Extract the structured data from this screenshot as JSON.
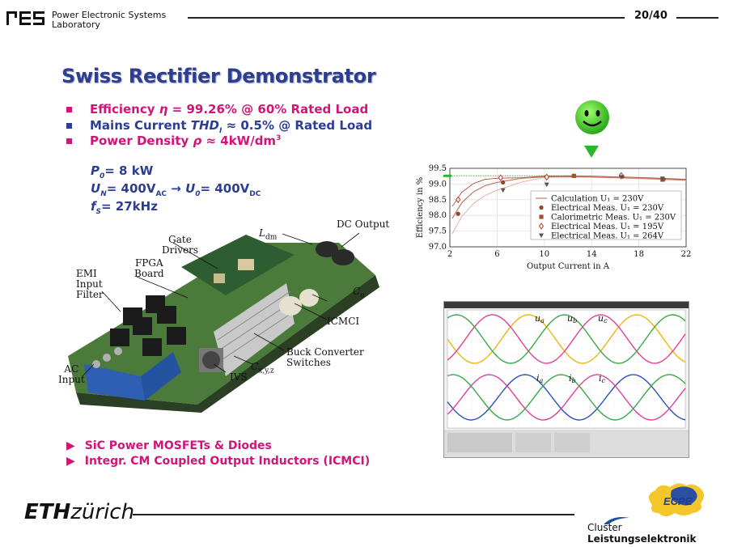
{
  "header": {
    "lab_line1": "Power Electronic Systems",
    "lab_line2": "Laboratory",
    "page_number": "20/40"
  },
  "title": "Swiss Rectifier Demonstrator",
  "bullets": [
    {
      "prefix": "Efficiency ",
      "symbol": "η",
      "rest": " = 99.26% @ 60% Rated Load",
      "color": "#d1147a"
    },
    {
      "prefix": "Mains Current ",
      "symbol": "THD",
      "symbol_sub": "I",
      "rest": " ≈ 0.5% @ Rated Load",
      "color": "#2c3e94"
    },
    {
      "prefix": "Power Density ",
      "symbol": "ρ",
      "rest": " ≈ 4kW/dm",
      "rest_sup": "3",
      "color": "#d1147a"
    }
  ],
  "params": {
    "p0": "= 8 kW",
    "un_val": "= 400V",
    "un_sub": "AC",
    "arrow": "→",
    "uo_val": "= 400V",
    "uo_sub": "DC",
    "fs": "= 27kHz"
  },
  "board_labels": {
    "dc_output": "DC Output",
    "gate_drivers_1": "Gate",
    "gate_drivers_2": "Drivers",
    "fpga_1": "FPGA",
    "fpga_2": "Board",
    "emi_1": "EMI",
    "emi_2": "Input",
    "emi_3": "Filter",
    "ac_1": "AC",
    "ac_2": "Input",
    "ldm": "L",
    "ldm_sub": "dm",
    "co": "C",
    "co_sub": "o",
    "icmci": "ICMCI",
    "buck_1": "Buck Converter",
    "buck_2": "Switches",
    "cxyz": "C",
    "cxyz_sub": "x,y,z",
    "ivs": "IVS"
  },
  "features": [
    "SiC Power MOSFETs & Diodes",
    "Integr. CM Coupled Output Inductors (ICMCI)"
  ],
  "footer": {
    "eth_bold": "ETH",
    "eth_light": "zürich",
    "cluster_1": "Cluster",
    "cluster_2": "Leistungselektronik",
    "ecpe": "ECPE"
  },
  "scope_labels": {
    "ua": "u",
    "ua_sub": "a",
    "ub": "u",
    "ub_sub": "b",
    "uc": "u",
    "uc_sub": "c",
    "ia": "i",
    "ia_sub": "a",
    "ib": "i",
    "ib_sub": "b",
    "ic": "i",
    "ic_sub": "c"
  },
  "chart_data": {
    "type": "line",
    "xlabel": "Output Current in A",
    "ylabel": "Efficiency in %",
    "xlim": [
      2,
      22
    ],
    "ylim": [
      97.0,
      99.5
    ],
    "xticks": [
      2,
      6,
      10,
      14,
      18,
      22
    ],
    "yticks": [
      97.0,
      97.5,
      98.0,
      98.5,
      99.0,
      99.5
    ],
    "grid": true,
    "legend_position": "right",
    "series": [
      {
        "name": "Calculation U₁ = 230V",
        "kind": "line",
        "color": "#c07a6b",
        "x": [
          2.2,
          3,
          4,
          5,
          6,
          8,
          10,
          12,
          14,
          16,
          18,
          20,
          22
        ],
        "y": [
          97.9,
          98.4,
          98.75,
          98.95,
          99.05,
          99.18,
          99.23,
          99.24,
          99.23,
          99.21,
          99.19,
          99.16,
          99.13
        ]
      },
      {
        "name": "Electrical Meas. U₁ = 230V",
        "kind": "marker",
        "marker": "circle",
        "color": "#8b4a2b",
        "x": [
          2.7,
          6.5,
          10.2,
          12.5,
          16.6,
          20.1
        ],
        "y": [
          98.05,
          99.05,
          99.22,
          99.26,
          99.24,
          99.15
        ]
      },
      {
        "name": "Calorimetric Meas. U₁ = 230V",
        "kind": "marker",
        "marker": "square",
        "color": "#a2532a",
        "x": [
          12.5,
          20.0
        ],
        "y": [
          99.26,
          99.14
        ]
      },
      {
        "name": "Electrical Meas. U₁ = 195V",
        "kind": "marker",
        "marker": "diamond",
        "color": "#c0392b",
        "x": [
          2.7,
          6.3,
          10.2,
          16.5
        ],
        "y": [
          98.5,
          99.2,
          99.22,
          99.27
        ]
      },
      {
        "name": "Electrical Meas. U₁ = 264V",
        "kind": "marker",
        "marker": "triangle-down",
        "color": "#555555",
        "x": [
          6.5,
          10.2,
          16.5,
          20.0
        ],
        "y": [
          98.8,
          98.98,
          99.22,
          99.17
        ]
      }
    ],
    "colors": {
      "line_190": "#b04030",
      "line_264": "#e8a090",
      "highlight": "#2db52d"
    }
  }
}
